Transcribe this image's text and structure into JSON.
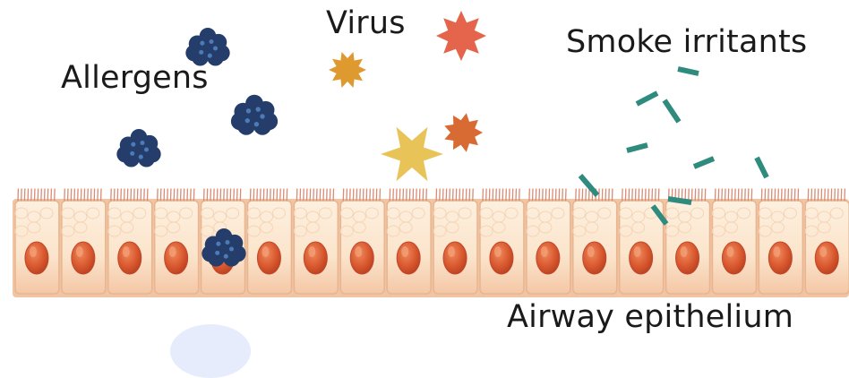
{
  "labels": {
    "allergens": "Allergens",
    "virus": "Virus",
    "smoke_irritants": "Smoke irritants",
    "airway_epithelium": "Airway epithelium"
  },
  "colors": {
    "allergen": "#243d6b",
    "virus_red": "#e4654b",
    "virus_orange": "#de9a2e",
    "virus_yellow": "#e8c458",
    "virus_dark_orange": "#d86a33",
    "smoke_particle": "#2f8b7d",
    "cell_fill": "#fbe3c8",
    "cell_border": "#e8b590",
    "cilia": "#d98b74",
    "nucleus": "#d2522e"
  },
  "icons": {
    "allergen": "allergen-cluster-icon",
    "virus": "spiky-virus-icon",
    "smoke": "smoke-particle-icon",
    "cell": "epithelial-cell-icon"
  }
}
